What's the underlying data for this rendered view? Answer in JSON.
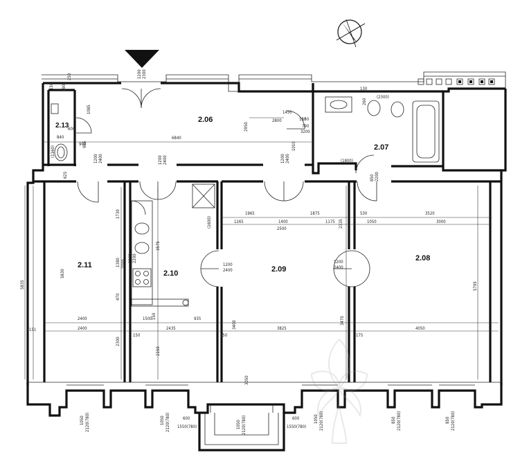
{
  "rooms": {
    "r206": "2.06",
    "r207": "2.07",
    "r208": "2.08",
    "r209": "2.09",
    "r210": "2.10",
    "r211": "2.11",
    "r213": "2.13"
  },
  "dims": {
    "d6840": "6840",
    "d2800": "2800",
    "d2950": "2950",
    "d1085": "1085",
    "d840": "840",
    "d600": "600",
    "d1450": "1450",
    "d150a": "150",
    "d790": "790",
    "d3200": "3200",
    "d1800": "(1800)",
    "d2300": "(2300)",
    "d1200a": "1200",
    "d2400a": "2400",
    "d1200b": "1200",
    "d2400b": "2400",
    "d850a": "850",
    "d2200a": "2200",
    "d1965": "1965",
    "d1875": "1875",
    "d530": "530",
    "d3520": "3520",
    "d1265": "1265",
    "d1400": "1400",
    "d1175": "1175",
    "d1050a": "1050",
    "d3000": "3000",
    "d2500": "2500",
    "d2335": "2335",
    "d1200c": "1200",
    "d2400c": "2400",
    "d1200d": "1200",
    "d2400d": "2400",
    "d5830": "5830",
    "d5835": "5835",
    "d5795": "5795",
    "d3575": "3575",
    "d1730": "1730",
    "d1380": "1380",
    "d2000": "2000",
    "d470": "470",
    "d2400e": "2400",
    "d2400f": "2400",
    "d1500": "1500",
    "d935": "935",
    "d2435": "2435",
    "d3825": "3825",
    "d4050": "4050",
    "d150b": "150",
    "d150c": "150",
    "d175": "175",
    "d2300b": "2300",
    "d2150": "2150",
    "d3400": "3400",
    "d3470": "3470",
    "d3050": "3050",
    "d1050b": "1050",
    "d2120a": "2120(780)",
    "d1050c": "1050",
    "d2120b": "2120(780)",
    "d600b": "600",
    "d1550a": "1550(780)",
    "d1050d": "1050",
    "d2120c": "2120(780)",
    "d600c": "600",
    "d1550b": "1550(780)",
    "d1050e": "1050",
    "d2120d": "2120(780)",
    "d850b": "850",
    "d2120e": "2120(780)",
    "d850c": "850",
    "d2120f": "2120(780)",
    "d1200top": "1200",
    "d2300top": "2300",
    "d250": "250",
    "d190": "190",
    "d150top": "150",
    "d130": "130",
    "d260": "260",
    "d625": "625",
    "d1160": "(1160)",
    "d1600": "(1600)",
    "d1010": "1010",
    "d1200w": "1200",
    "d2400w": "2400",
    "d1200k": "1200",
    "d2400k": "2400",
    "d150k": "150",
    "d900": "900",
    "d965": "965",
    "d150l": "150",
    "d151": "151",
    "d1200x": "1200",
    "d2200x": "2200"
  }
}
